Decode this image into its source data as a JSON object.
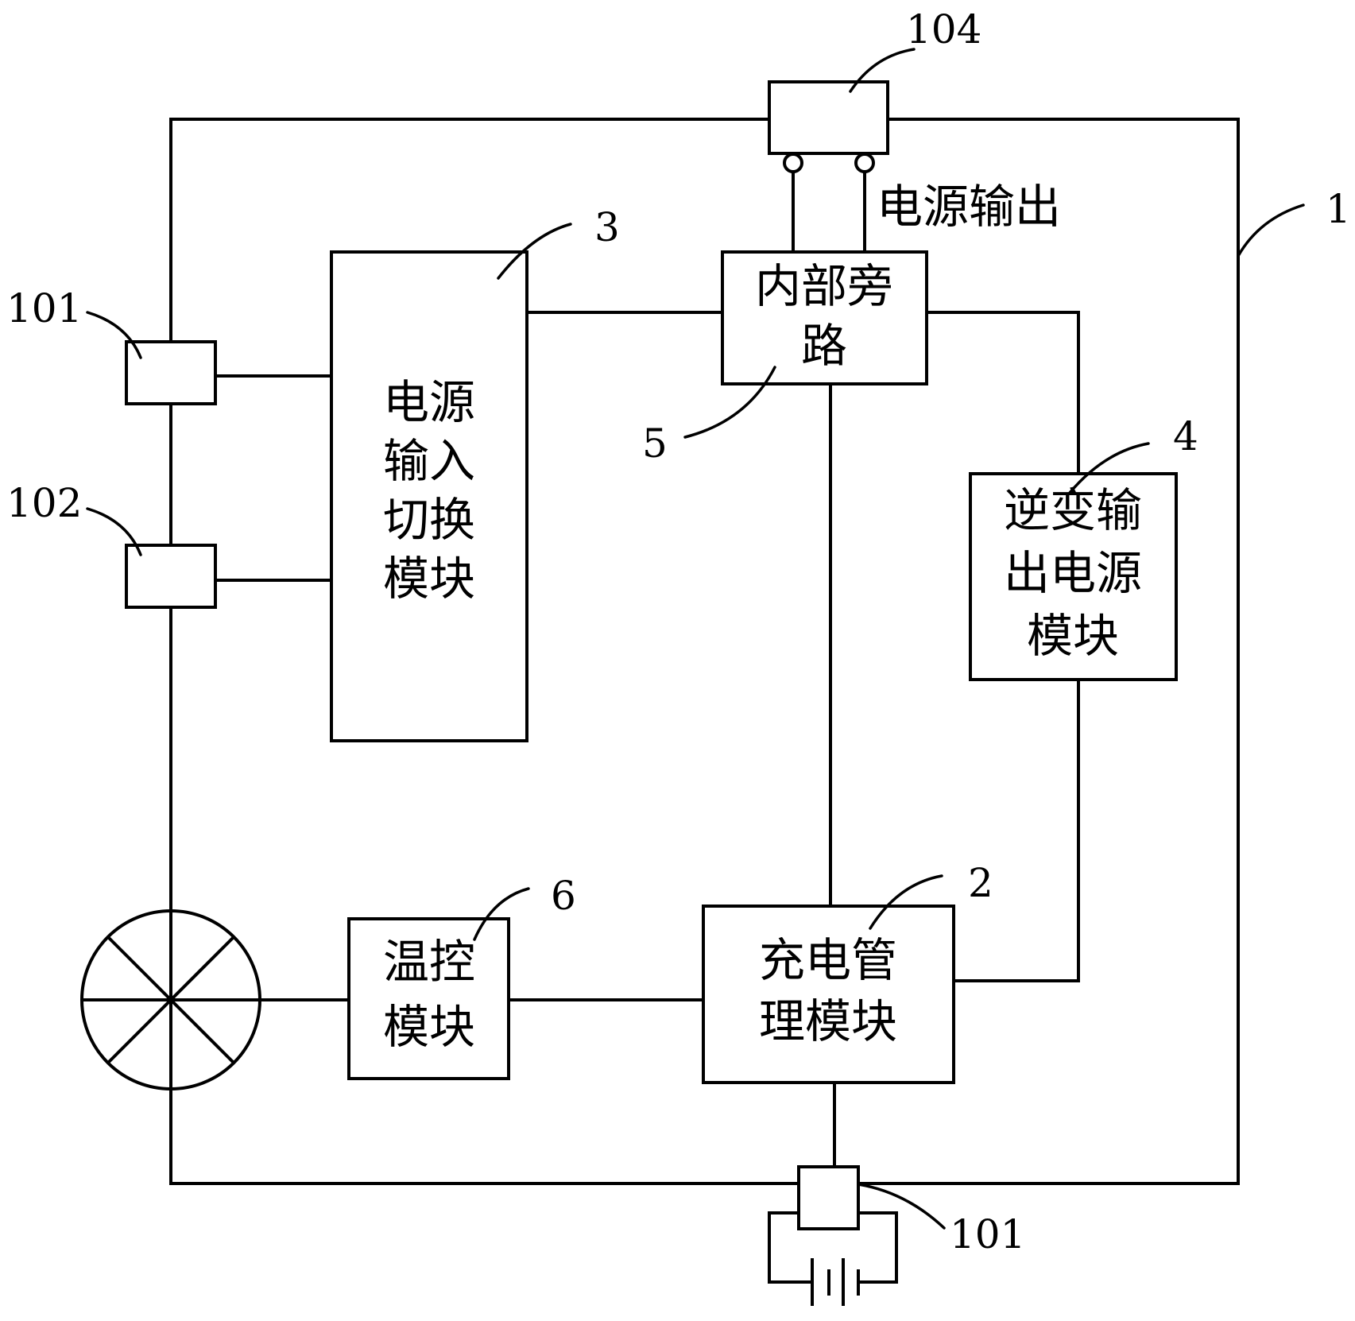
{
  "ref_labels": {
    "enclosure": "1",
    "charge_module": "2",
    "input_switch_module": "3",
    "inverter_module": "4",
    "bypass": "5",
    "temp_control": "6",
    "port_101_top": "101",
    "port_102": "102",
    "port_104": "104",
    "port_101_bottom": "101"
  },
  "output_label": "电源输出",
  "modules": {
    "input_switch": [
      "电源",
      "输入",
      "切换",
      "模块"
    ],
    "bypass": [
      "内部旁",
      "路"
    ],
    "inverter": [
      "逆变输",
      "出电源",
      "模块"
    ],
    "temp_control": [
      "温控",
      "模块"
    ],
    "charge": [
      "充电管",
      "理模块"
    ]
  }
}
